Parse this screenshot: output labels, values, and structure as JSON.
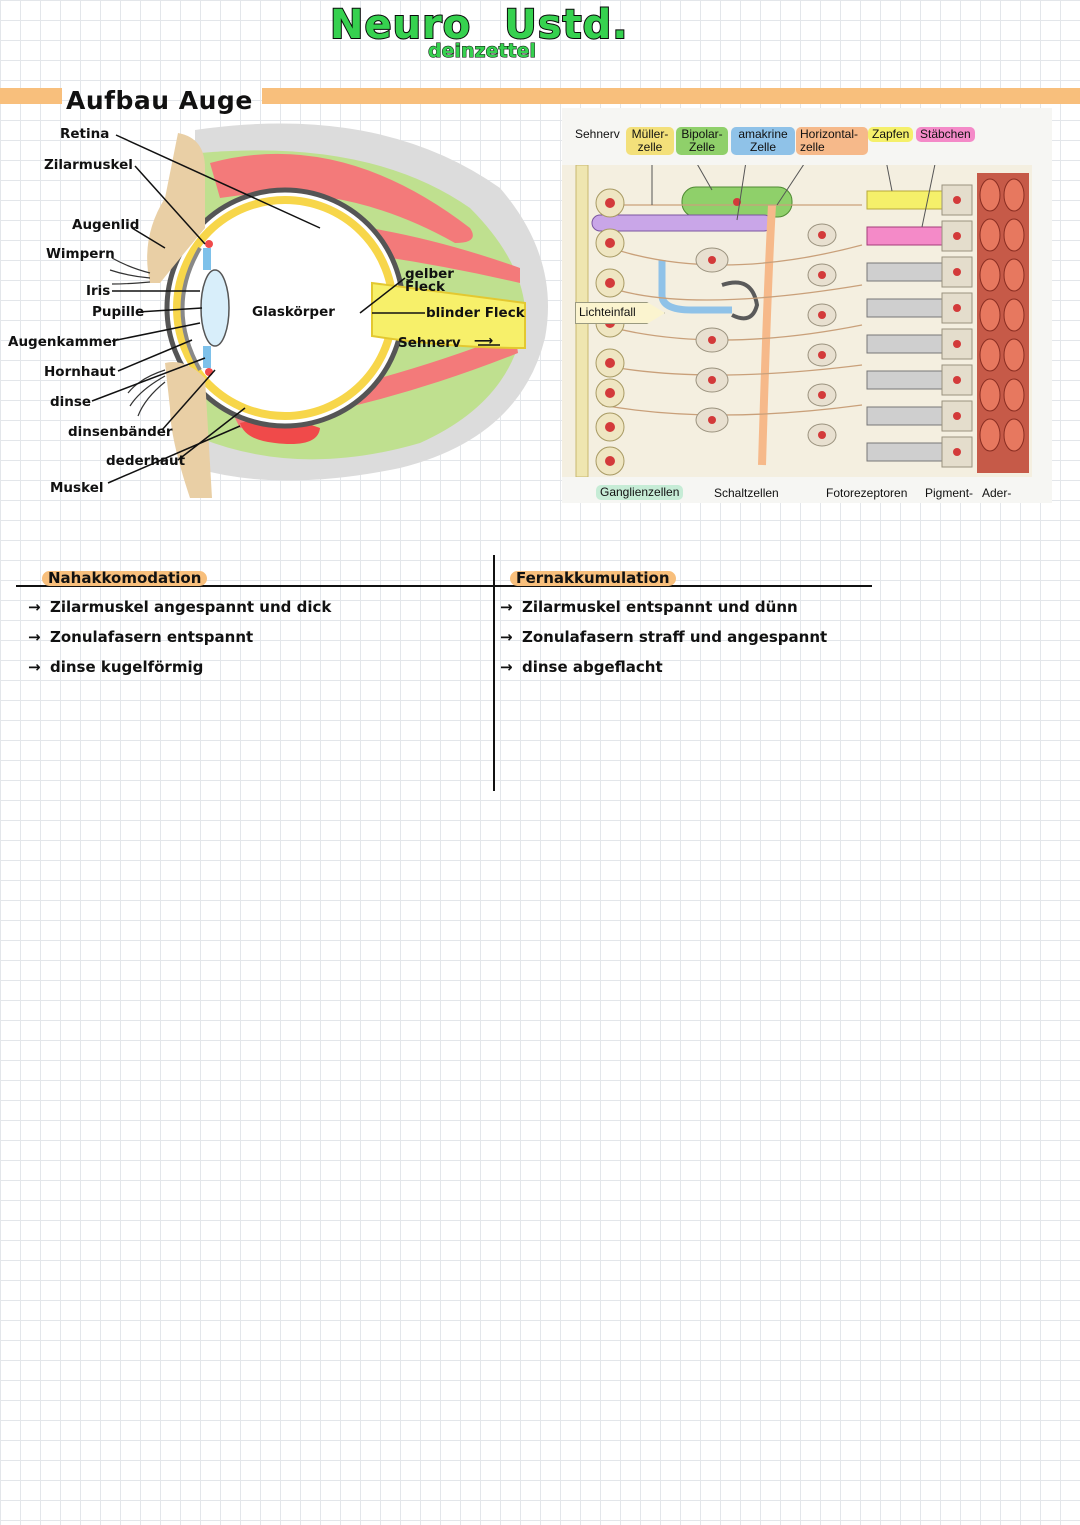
{
  "header": {
    "title": "Neuro",
    "title_suffix": "Ustd.",
    "subtitle": "deinzettel",
    "section_title": "Aufbau Auge"
  },
  "eye_diagram": {
    "labels": {
      "retina": "Retina",
      "zilarmuskel": "Zilarmuskel",
      "augenlid": "Augenlid",
      "wimpern": "Wimpern",
      "iris": "Iris",
      "pupille": "Pupille",
      "augenkammer": "Augenkammer",
      "hornhaut": "Hornhaut",
      "linse": "dinse",
      "linsenbaender": "dinsenbänder",
      "lederhaut": "dederhaut",
      "muskel": "Muskel",
      "glaskoerper": "Glaskörper",
      "gelber_fleck": "gelber Fleck",
      "blinder_fleck": "blinder Fleck",
      "sehnerv": "Sehnerv"
    }
  },
  "retina_diagram": {
    "top_labels": {
      "sehnerv": "Sehnerv",
      "mueller": "Müller- zelle",
      "bipolar": "Bipolar- Zelle",
      "amakrine": "amakrine Zelle",
      "horizontal": "Horizontal- zelle",
      "zapfen": "Zapfen",
      "staebchen": "Stäbchen"
    },
    "lichteinfall": "Lichteinfall",
    "bottom_labels": {
      "ganglien": "Ganglienzellen",
      "schalt": "Schaltzellen",
      "foto": "Fotorezeptoren",
      "pigment": "Pigment-",
      "ader": "Ader-"
    },
    "colors": {
      "mueller": "#f3e07a",
      "bipolar": "#8fd06a",
      "amakrine": "#8fc2e8",
      "horizontal": "#f6b98a",
      "zapfen": "#f5f06a",
      "staebchen": "#f48ac8"
    }
  },
  "comparison": {
    "left": {
      "title": "Nahakkomodation",
      "items": [
        "Zilarmuskel angespannt und dick",
        "Zonulafasern entspannt",
        "dinse kugelförmig"
      ]
    },
    "right": {
      "title": "Fernakkumulation",
      "items": [
        "Zilarmuskel entspannt und dünn",
        "Zonulafasern straff und angespannt",
        "dinse abgeflacht"
      ]
    }
  }
}
